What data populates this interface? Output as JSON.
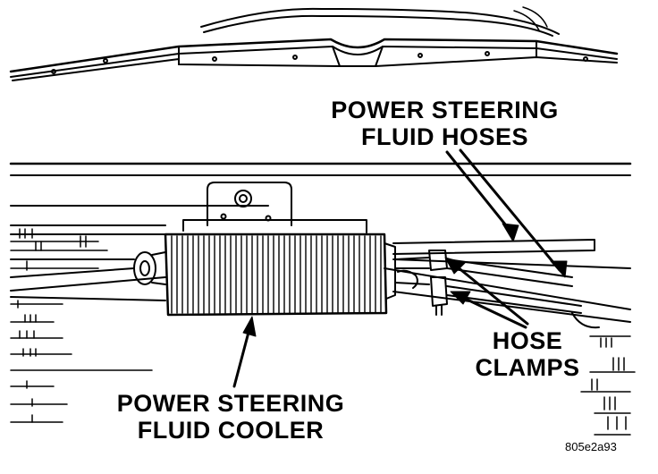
{
  "labels": {
    "hoses_line1": "POWER STEERING",
    "hoses_line2": "FLUID HOSES",
    "clamps_line1": "HOSE",
    "clamps_line2": "CLAMPS",
    "cooler_line1": "POWER STEERING",
    "cooler_line2": "FLUID COOLER"
  },
  "figure_code": "805e2a93",
  "colors": {
    "ink": "#000000",
    "paper": "#ffffff"
  }
}
